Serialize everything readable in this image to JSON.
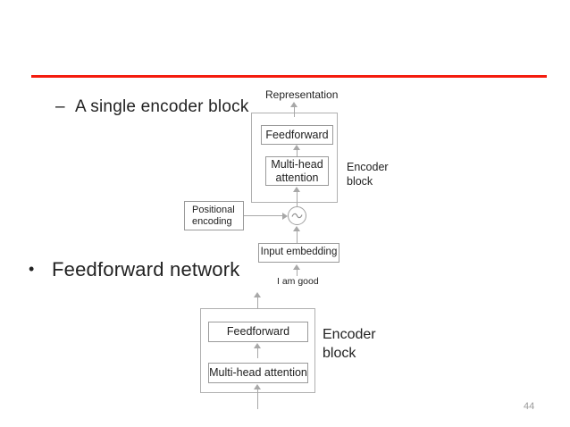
{
  "slide": {
    "page_number": "44",
    "accent_color": "#f41c0e",
    "rule_name": "title-underline-rule"
  },
  "bullets": {
    "sub_marker": "–",
    "sub_text": "A single encoder block",
    "main_marker": "•",
    "main_text": "Feedforward network"
  },
  "diagram_top": {
    "name": "single-encoder-block-diagram",
    "output_label": "Representation",
    "feedforward_label": "Feedforward",
    "multihead_label": "Multi-head\nattention",
    "encoder_block_label": "Encoder\nblock",
    "positional_encoding_label": "Positional\nencoding",
    "input_embedding_label": "Input embedding",
    "input_sentence": "I am good",
    "sum_node_icon": "sine-wave-icon"
  },
  "diagram_bottom": {
    "name": "encoder-block-detail-diagram",
    "feedforward_label": "Feedforward",
    "multihead_label": "Multi-head attention",
    "encoder_block_label": "Encoder\nblock"
  }
}
